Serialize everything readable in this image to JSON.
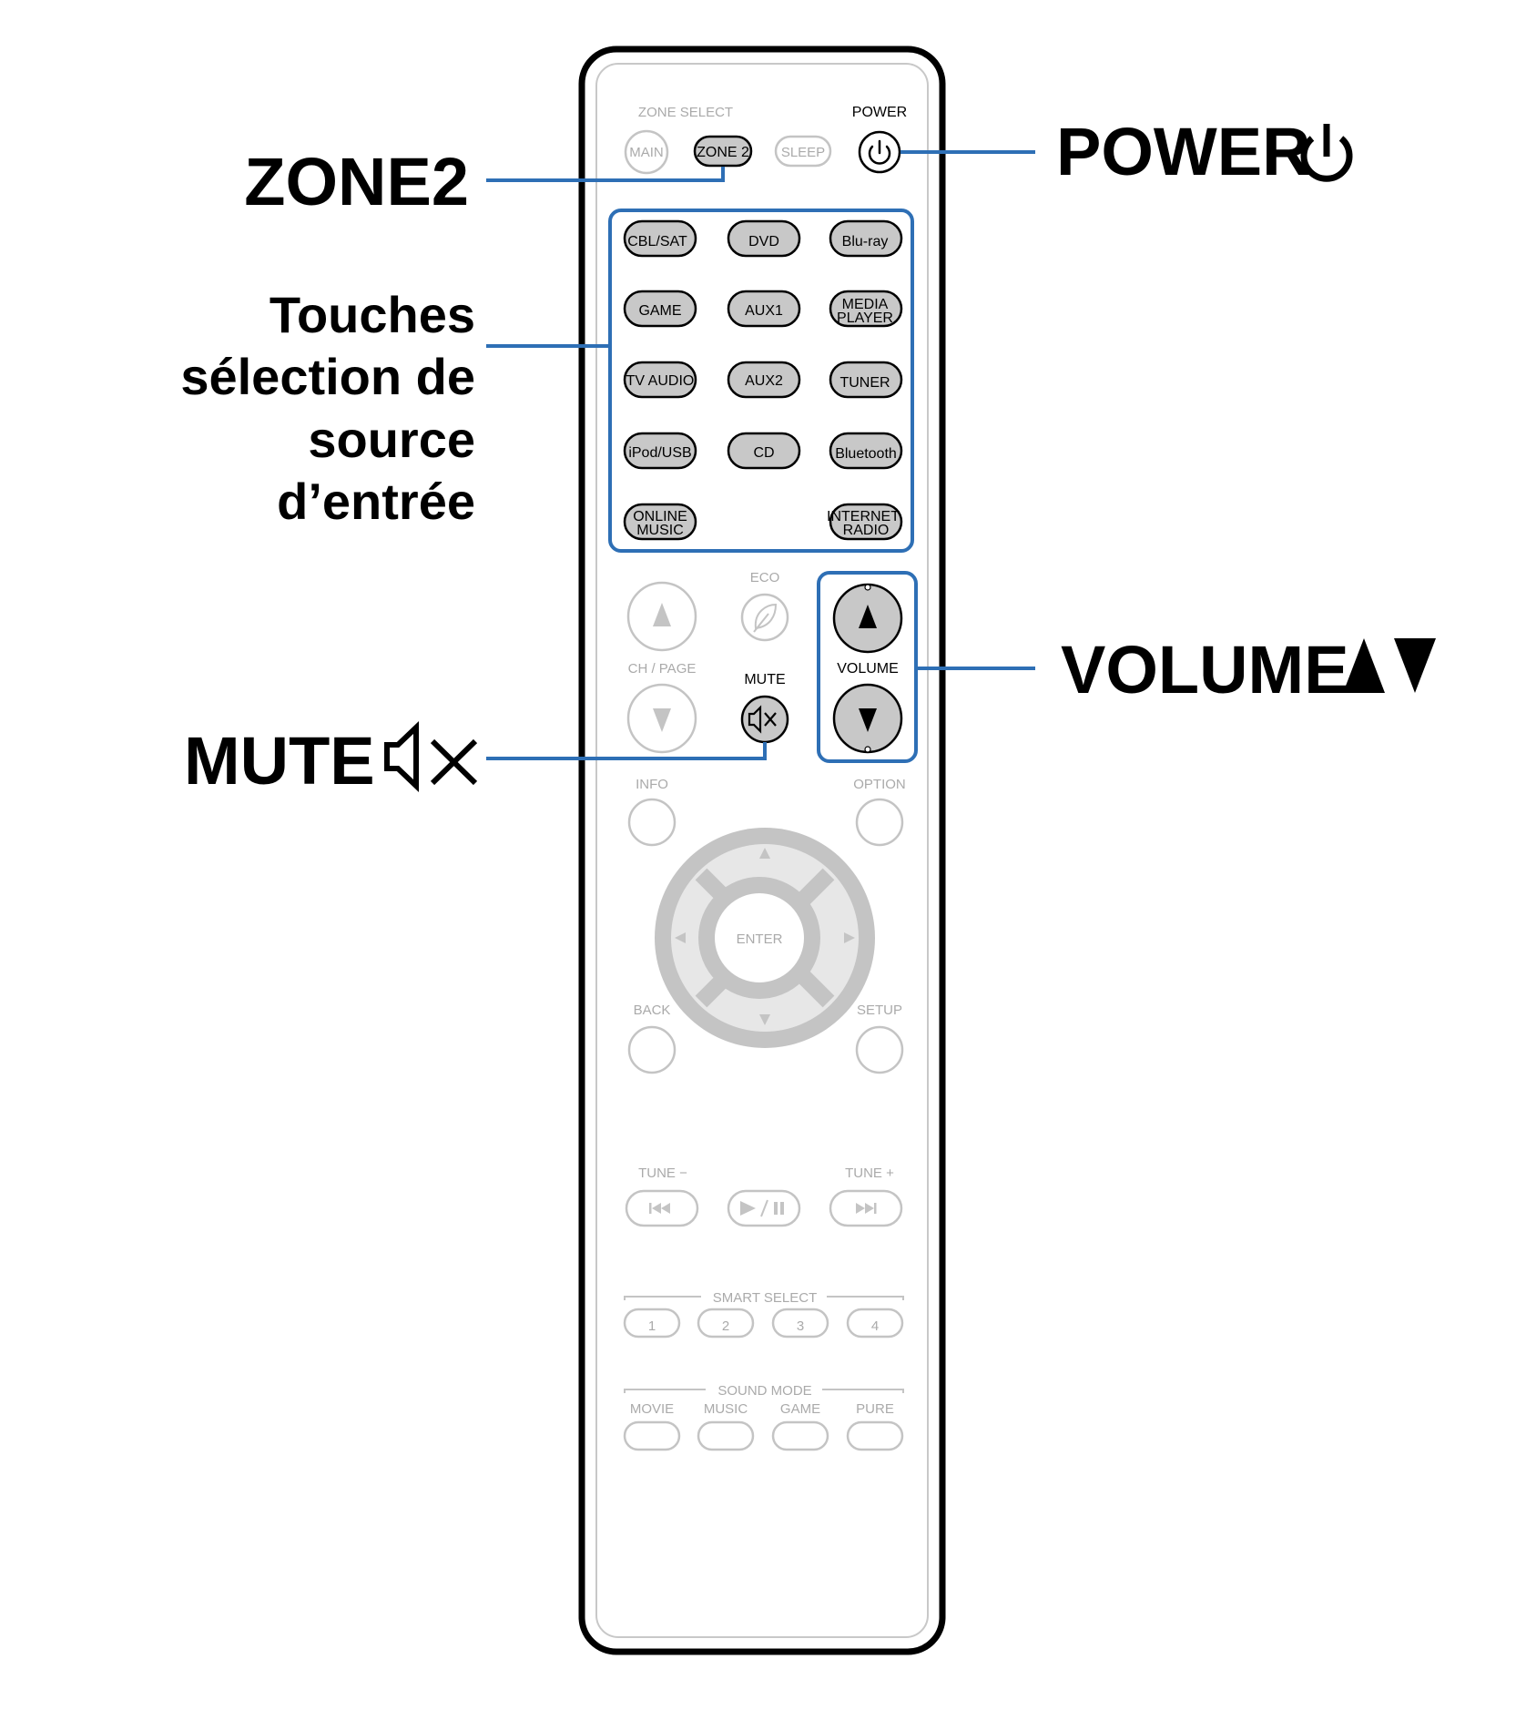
{
  "callouts": {
    "zone2": "ZONE2",
    "power": "POWER",
    "source_line1": "Touches",
    "source_line2": "sélection de",
    "source_line3": "source",
    "source_line4": "d’entrée",
    "volume": "VOLUME",
    "mute": "MUTE"
  },
  "remote": {
    "zone_select_label": "ZONE SELECT",
    "power_label": "POWER",
    "main": "MAIN",
    "zone2": "ZONE 2",
    "sleep": "SLEEP",
    "sources": [
      "CBL/SAT",
      "DVD",
      "Blu-ray",
      "GAME",
      "AUX1",
      "MEDIA",
      "PLAYER",
      "TV AUDIO",
      "AUX2",
      "TUNER",
      "iPod/USB",
      "CD",
      "Bluetooth",
      "ONLINE",
      "MUSIC",
      "INTERNET",
      "RADIO"
    ],
    "eco": "ECO",
    "ch_page": "CH / PAGE",
    "mute_label": "MUTE",
    "volume_label": "VOLUME",
    "info": "INFO",
    "option": "OPTION",
    "enter": "ENTER",
    "back": "BACK",
    "setup": "SETUP",
    "tune_minus": "TUNE −",
    "tune_plus": "TUNE +",
    "smart_select": "SMART SELECT",
    "smart_buttons": [
      "1",
      "2",
      "3",
      "4"
    ],
    "sound_mode": "SOUND MODE",
    "sound_modes": [
      "MOVIE",
      "MUSIC",
      "GAME",
      "PURE"
    ]
  },
  "colors": {
    "callout_line": "#2e6fb5",
    "active_button_fill": "#c8c8c8",
    "inactive": "#c4c4c4",
    "outline": "#000000"
  },
  "icons": [
    "power-icon",
    "mute-icon",
    "volume-up-icon",
    "volume-down-icon",
    "eco-leaf-icon",
    "skip-back-icon",
    "play-pause-icon",
    "skip-forward-icon"
  ]
}
